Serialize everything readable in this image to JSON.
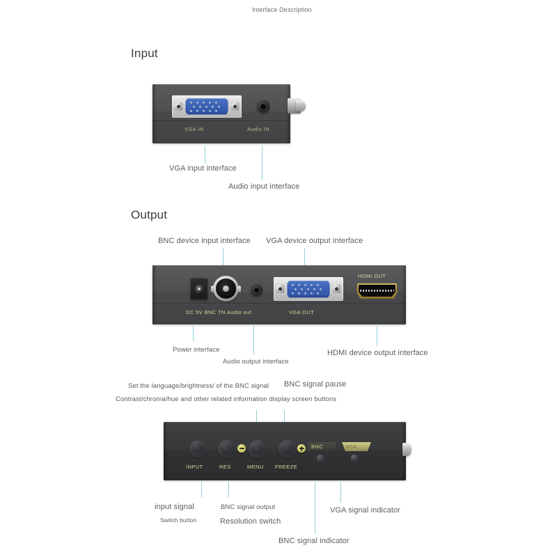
{
  "document": {
    "title": "Interface Description"
  },
  "sections": [
    {
      "id": "input",
      "heading": "Input"
    },
    {
      "id": "output",
      "heading": "Output"
    }
  ],
  "panels": {
    "input": {
      "silkscreen": [
        "VGA IN",
        "Audio IN"
      ],
      "ports": [
        {
          "name": "vga-in-port",
          "type": "vga",
          "label": "VGA IN"
        },
        {
          "name": "audio-in-port",
          "type": "audio-jack",
          "label": "Audio IN"
        }
      ],
      "callouts": [
        {
          "text": "VGA input interface"
        },
        {
          "text": "Audio input interface"
        }
      ]
    },
    "output": {
      "silkscreen": [
        "DC 5V BNC TN Audio out",
        "VGA OUT",
        "HDMI OUT"
      ],
      "ports": [
        {
          "name": "dc-power-port",
          "type": "dc-jack",
          "label": "DC 5V"
        },
        {
          "name": "bnc-out-port",
          "type": "bnc",
          "label": "BNC"
        },
        {
          "name": "audio-out-port",
          "type": "audio-jack",
          "label": "Audio out"
        },
        {
          "name": "vga-out-port",
          "type": "vga",
          "label": "VGA OUT"
        },
        {
          "name": "hdmi-out-port",
          "type": "hdmi",
          "label": "HDMI OUT"
        }
      ],
      "callouts_top": [
        {
          "text": "BNC device input interface"
        },
        {
          "text": "VGA device output interface"
        }
      ],
      "callouts_bottom": [
        {
          "text": "Power interface"
        },
        {
          "text": "Audio output interface"
        },
        {
          "text": "HDMI device output interface"
        }
      ]
    },
    "controls": {
      "silkscreen": [
        "INPUT",
        "RES",
        "MENU",
        "FREEZE",
        "BNC",
        "VGA"
      ],
      "buttons": [
        {
          "name": "input-button",
          "label": "INPUT"
        },
        {
          "name": "res-button",
          "label": "RES"
        },
        {
          "name": "menu-button",
          "label": "MENU"
        },
        {
          "name": "freeze-button",
          "label": "FREEZE"
        }
      ],
      "indicators": [
        {
          "name": "bnc-led",
          "label": "BNC"
        },
        {
          "name": "vga-led",
          "label": "VGA"
        }
      ],
      "callouts_top": [
        {
          "text": "Set the language/brightness/ of the BNC signal"
        },
        {
          "text": "BNC signal pause"
        },
        {
          "text": "Contrast/chroma/hue and other related information display screen buttons"
        }
      ],
      "callouts_bottom": [
        {
          "text": "input signal"
        },
        {
          "text": "Switch button"
        },
        {
          "text": "BNC signal output"
        },
        {
          "text": "Resolution switch"
        },
        {
          "text": "BNC signal indicator"
        },
        {
          "text": "VGA signal indicator"
        }
      ]
    }
  },
  "colors": {
    "leader": "#8fd0d8",
    "silkscreen": "#d8d79a",
    "panel_body": "#4e4f51",
    "vga_blue": "#3b62b4",
    "hdmi_gold": "#b89a3f",
    "text": "#5b5c5e"
  }
}
